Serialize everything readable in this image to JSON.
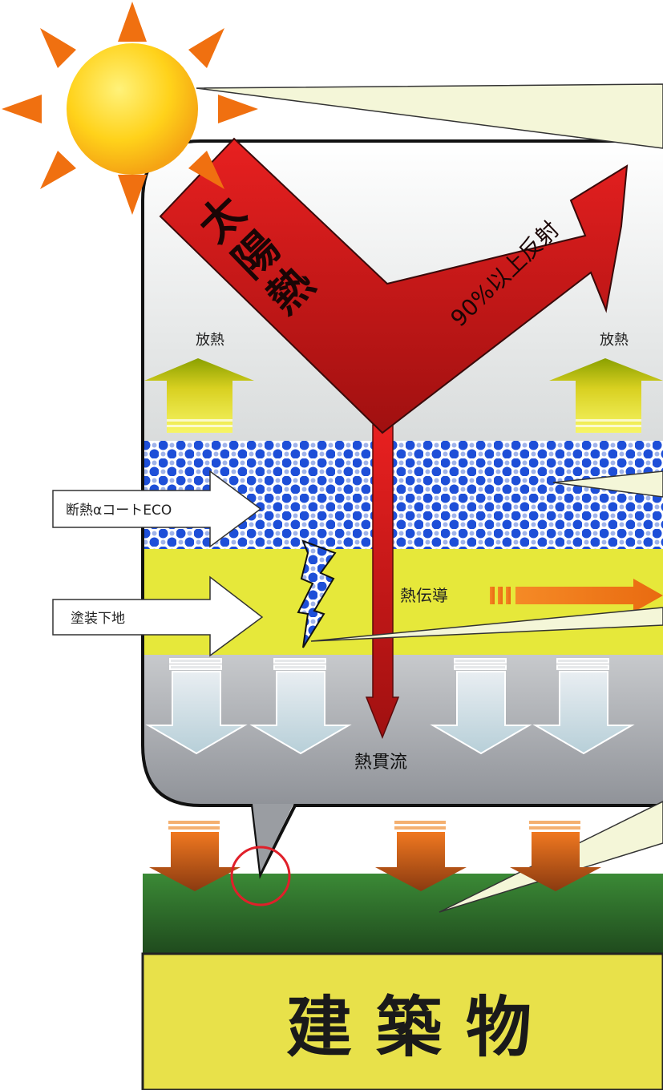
{
  "diagram": {
    "sun_heat_label": "太陽熱",
    "reflect_label": "90%以上反射",
    "radiate_left_label": "放熱",
    "radiate_right_label": "放熱",
    "coat_label": "断熱αコートECO",
    "base_label": "塗装下地",
    "conduction_label": "熱伝導",
    "transmission_label": "熱貫流",
    "building_label": "建築物"
  },
  "colors": {
    "sun_core": "#ffd21a",
    "sun_ray": "#f07010",
    "heat_arrow": "#d01818",
    "coat_pattern": "#1e4fd8",
    "base_layer": "#e6e83a",
    "substrate": "#a6a9b0",
    "roof_green": "#2c6a2a",
    "building": "#e8e14a",
    "callout": "#f4f6d8"
  }
}
